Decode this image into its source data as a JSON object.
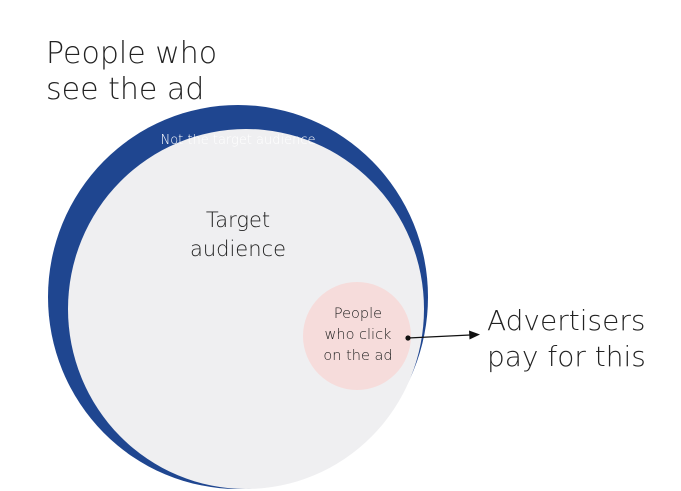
{
  "title": {
    "line1": "People who",
    "line2": "see the ad"
  },
  "outer_label": "Not the target audience",
  "target_label": {
    "line1": "Target",
    "line2": "audience"
  },
  "click_label": {
    "line1": "People",
    "line2": "who click",
    "line3": "on the ad"
  },
  "callout": {
    "line1": "Advertisers",
    "line2": "pay for this"
  },
  "colors": {
    "outer": "#1f4690",
    "inner": "#efeff1",
    "click": "#f6dcdb",
    "text": "#222222",
    "outer_text": "#ffffff"
  }
}
